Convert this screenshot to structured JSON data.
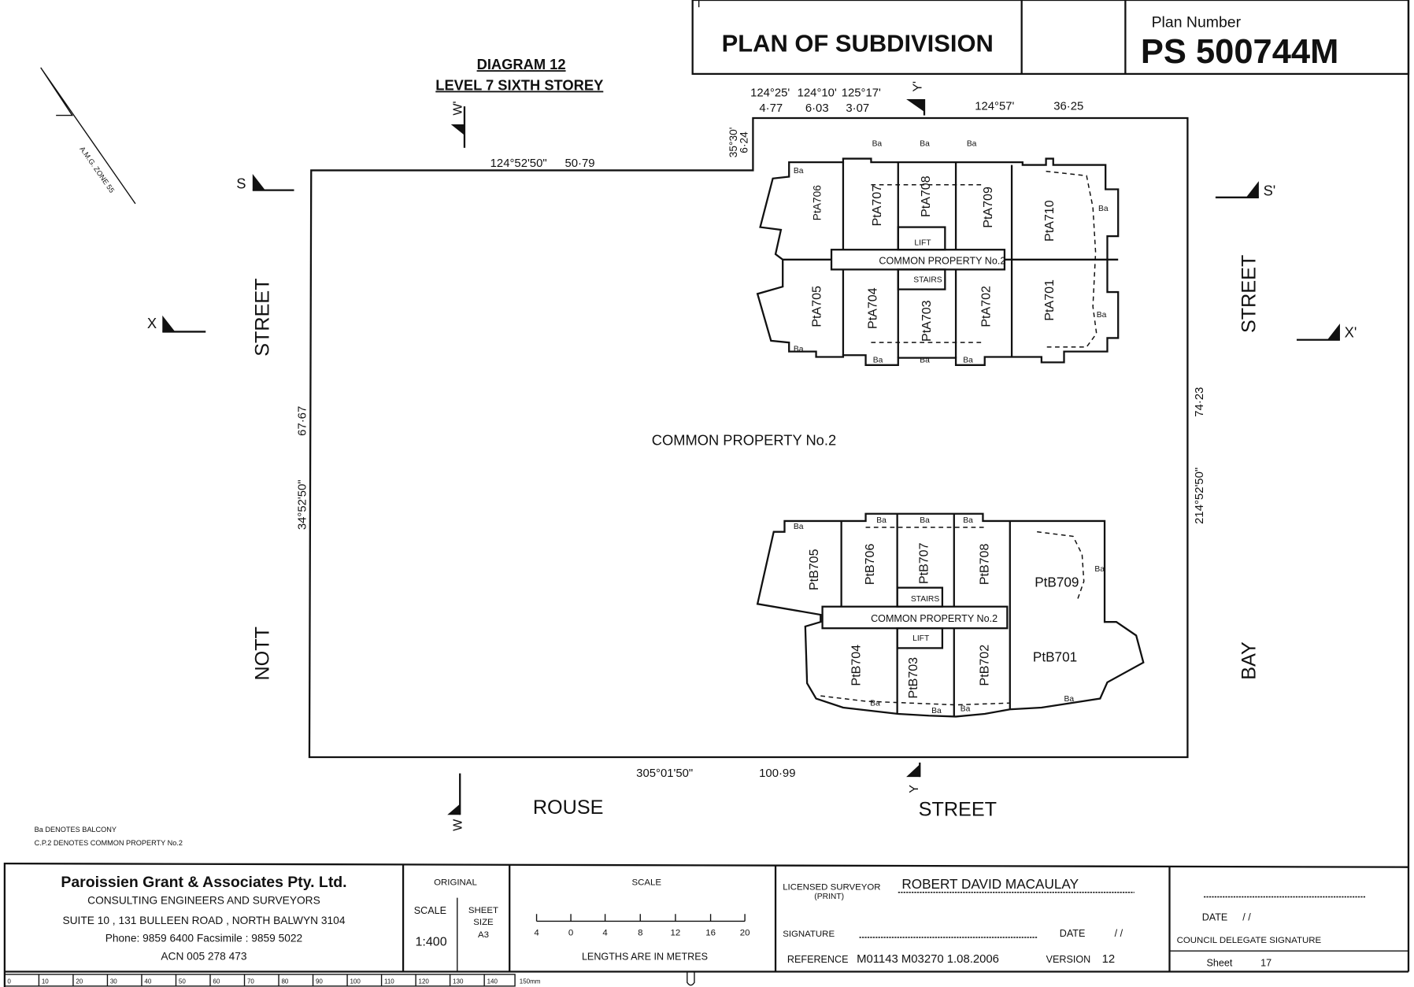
{
  "header": {
    "title": "PLAN OF SUBDIVISION",
    "plan_number_label": "Plan Number",
    "plan_number": "PS 500744M"
  },
  "diagram": {
    "title": "DIAGRAM 12",
    "subtitle": "LEVEL 7  SIXTH STOREY",
    "north_label": "A.M.G. ZONE 55"
  },
  "streets": {
    "left_1": "STREET",
    "left_2": "NOTT",
    "right_1": "STREET",
    "right_2": "BAY",
    "bottom_1": "ROUSE",
    "bottom_2": "STREET"
  },
  "sections": {
    "s": "S",
    "s_prime": "S'",
    "x": "X",
    "x_prime": "X'",
    "w": "W",
    "w_prime": "W'",
    "y": "Y",
    "y_prime": "Y'"
  },
  "bearings": {
    "top_left_bearing": "124°52'50\"",
    "top_left_dist": "50·79",
    "step_bearing": "35°30'",
    "step_dist": "6·24",
    "top_1_bearing": "124°25'",
    "top_1_dist": "4·77",
    "top_2_bearing": "124°10'",
    "top_2_dist": "6·03",
    "top_3_bearing": "125°17'",
    "top_3_dist": "3·07",
    "top_right_bearing": "124°57'",
    "top_right_dist": "36·25",
    "left_dist": "67·67",
    "left_bearing": "34°52'50\"",
    "right_dist": "74·23",
    "right_bearing": "214°52'50\"",
    "bottom_bearing": "305°01'50\"",
    "bottom_dist": "100·99"
  },
  "common_property": "COMMON PROPERTY No.2",
  "block_a": {
    "units": [
      "PtA706",
      "PtA707",
      "PtA708",
      "PtA709",
      "PtA710",
      "PtA705",
      "PtA704",
      "PtA703",
      "PtA702",
      "PtA701"
    ],
    "corridor": "COMMON PROPERTY No.2",
    "lift": "LIFT",
    "stairs": "STAIRS"
  },
  "block_b": {
    "units": [
      "PtB705",
      "PtB706",
      "PtB707",
      "PtB708",
      "PtB709",
      "PtB704",
      "PtB703",
      "PtB702",
      "PtB701"
    ],
    "corridor": "COMMON PROPERTY No.2",
    "lift": "LIFT",
    "stairs": "STAIRS"
  },
  "balcony_label": "Ba",
  "legend": [
    "Ba  DENOTES BALCONY",
    "C.P.2  DENOTES COMMON PROPERTY No.2"
  ],
  "title_block": {
    "firm": "Paroissien Grant & Associates Pty. Ltd.",
    "firm_desc": "CONSULTING ENGINEERS AND SURVEYORS",
    "address": "SUITE 10 , 131 BULLEEN ROAD , NORTH BALWYN 3104",
    "phone": "Phone: 9859 6400 Facsimile : 9859 5022",
    "acn": "ACN 005 278 473",
    "original_label": "ORIGINAL",
    "scale_label": "SCALE",
    "scale_value": "1:400",
    "sheet_size_label": [
      "SHEET",
      "SIZE"
    ],
    "sheet_size_value": "A3",
    "scale_heading": "SCALE",
    "scale_ticks": [
      "4",
      "0",
      "4",
      "8",
      "12",
      "16",
      "20"
    ],
    "lengths_note": "LENGTHS ARE IN METRES",
    "surveyor_label": "LICENSED SURVEYOR",
    "surveyor_print": "(PRINT)",
    "surveyor_name": "ROBERT DAVID MACAULAY",
    "signature_label": "SIGNATURE",
    "date_label": "DATE",
    "date_value": "/    /",
    "reference_label": "REFERENCE",
    "reference_value": "M01143 M03270 1.08.2006",
    "version_label": "VERSION",
    "version_value": "12",
    "council_date_label": "DATE",
    "council_date_value": "/    /",
    "council_label": "COUNCIL DELEGATE SIGNATURE",
    "sheet_label": "Sheet",
    "sheet_value": "17"
  },
  "mm_strip": [
    "0",
    "10",
    "20",
    "30",
    "40",
    "50",
    "60",
    "70",
    "80",
    "90",
    "100",
    "110",
    "120",
    "130",
    "140",
    "150mm"
  ]
}
